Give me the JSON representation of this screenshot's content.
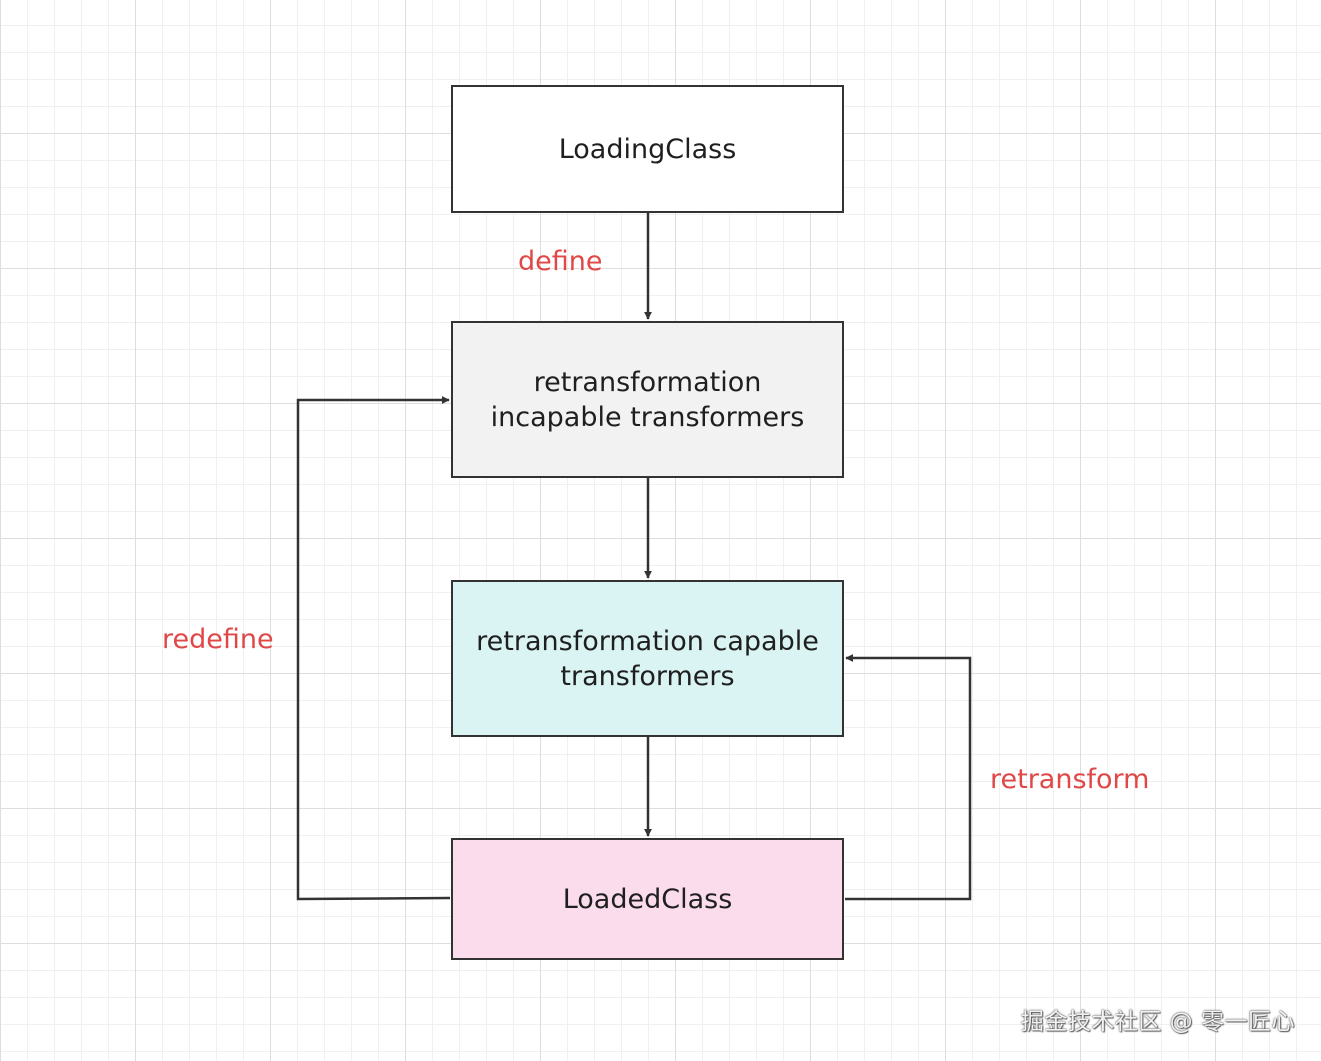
{
  "nodes": {
    "loading_class": {
      "label": "LoadingClass",
      "fill": "#ffffff"
    },
    "incapable": {
      "label": "retransformation\nincapable transformers",
      "fill": "#f2f2f2"
    },
    "capable": {
      "label": "retransformation capable\ntransformers",
      "fill": "#daf3f3"
    },
    "loaded_class": {
      "label": "LoadedClass",
      "fill": "#fadced"
    }
  },
  "edges": {
    "define": "define",
    "redefine": "redefine",
    "retransform": "retransform"
  },
  "colors": {
    "edge_label": "#e04848",
    "stroke": "#333333"
  },
  "watermark": "掘金技术社区 @ 零一匠心"
}
